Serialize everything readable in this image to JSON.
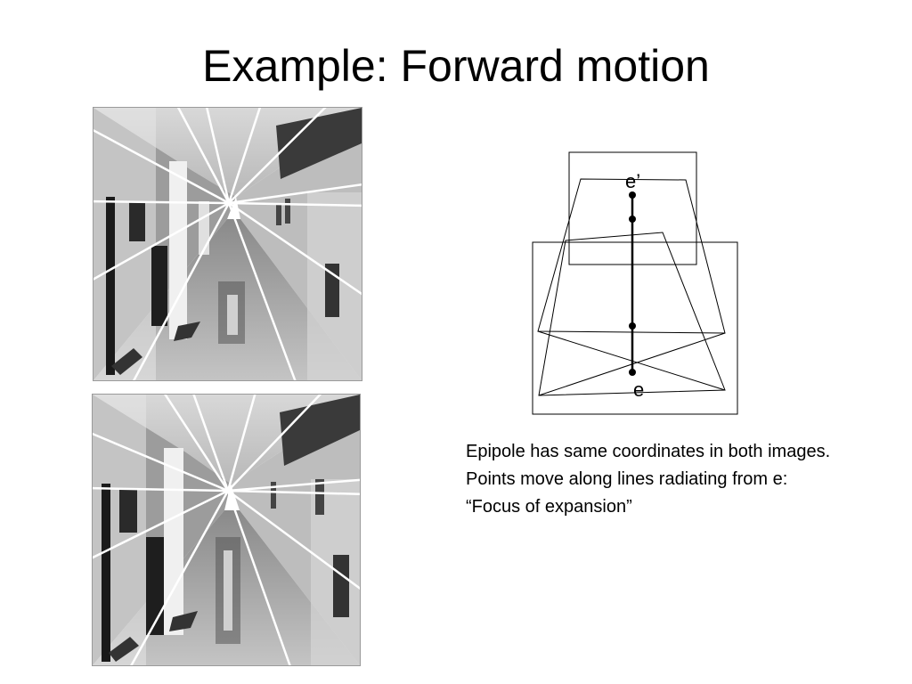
{
  "slide": {
    "title": "Example: Forward motion"
  },
  "photos": [
    {
      "id": "top",
      "subject": "corridor photograph with radiating epipolar lines"
    },
    {
      "id": "bottom",
      "subject": "corridor photograph with radiating epipolar lines"
    }
  ],
  "diagram": {
    "label_e_prime": "e’",
    "label_e": "e"
  },
  "caption": {
    "line1": "Epipole has same coordinates in both images.",
    "line2": "Points move along lines radiating from e:",
    "line3": "“Focus of expansion”"
  }
}
